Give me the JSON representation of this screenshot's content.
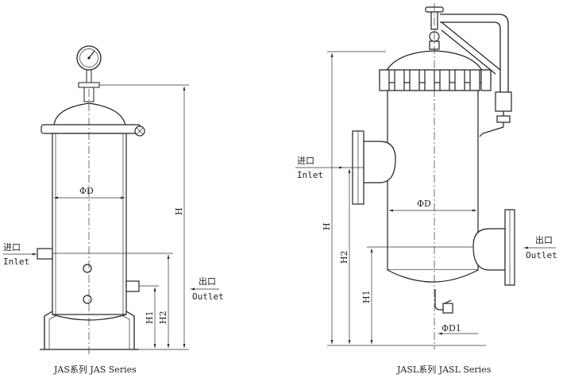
{
  "jas": {
    "caption": "JAS系列  JAS Series",
    "inlet_cn": "进口",
    "inlet_en": "Inlet",
    "outlet_cn": "出口",
    "outlet_en": "Outlet",
    "dim_diameter": "ΦD",
    "dim_h": "H",
    "dim_h1": "H1",
    "dim_h2": "H2"
  },
  "jasl": {
    "caption": "JASL系列  JASL Series",
    "inlet_cn": "进口",
    "inlet_en": "Inlet",
    "outlet_cn": "出口",
    "outlet_en": "Outlet",
    "dim_diameter": "ΦD",
    "dim_diameter_outlet": "ΦD1",
    "dim_h": "H",
    "dim_h1": "H1",
    "dim_h2": "H2"
  }
}
